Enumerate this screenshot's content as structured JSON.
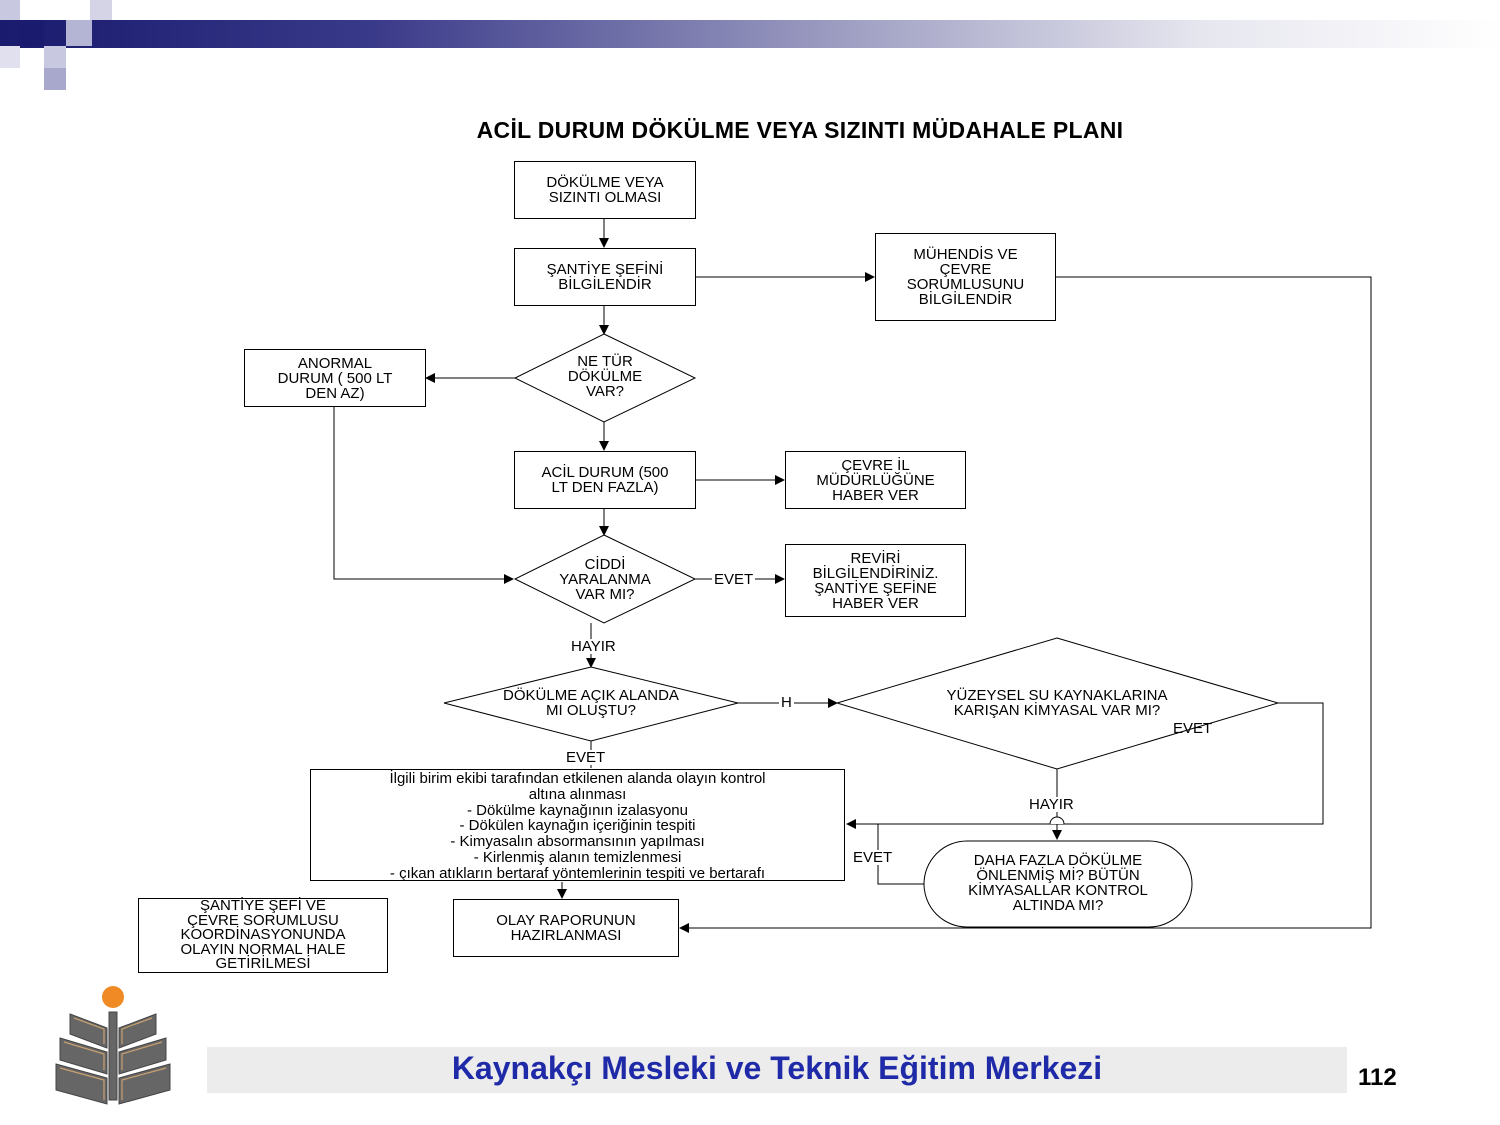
{
  "title": "ACİL DURUM DÖKÜLME VEYA SIZINTI MÜDAHALE PLANI",
  "nodes": {
    "start": "DÖKÜLME VEYA\nSIZINTI OLMASI",
    "site_chief": "ŞANTİYE ŞEFİNİ\nBİLGİLENDİR",
    "engineer": "MÜHENDİS VE\nÇEVRE\nSORUMLUSUNU\nBİLGİLENDİR",
    "spill_type": "NE TÜR\nDÖKÜLME\nVAR?",
    "abnormal": "ANORMAL\nDURUM ( 500 LT\nDEN AZ)",
    "emergency": "ACİL DURUM (500\nLT DEN FAZLA)",
    "directorate": "ÇEVRE İL\nMÜDÜRLÜĞÜNE\nHABER VER",
    "injury": "CİDDİ\nYARALANMA\nVAR MI?",
    "infirmary": "REVİRİ\nBİLGİLENDİRİNİZ.\nŞANTİYE ŞEFİNE\nHABER VER",
    "open_area": "DÖKÜLME AÇIK ALANDA\nMI OLUŞTU?",
    "surface_water": "YÜZEYSEL SU KAYNAKLARINA\nKARIŞAN KİMYASAL VAR MI?",
    "control_list": [
      "İlgili birim ekibi tarafından etkilenen alanda olayın kontrol",
      "altına alınması",
      "- Dökülme kaynağının izalasyonu",
      "- Dökülen kaynağın içeriğinin tespiti",
      "- Kimyasalın absormansının yapılması",
      "- Kirlenmiş alanın temizlenmesi",
      "- çıkan atıkların bertaraf yöntemlerinin tespiti ve bertarafı"
    ],
    "more_spill": "DAHA FAZLA DÖKÜLME\nÖNLENMİŞ Mİ? BÜTÜN\nKİMYASALLAR KONTROL\nALTINDA MI?",
    "normalize": "ŞANTİYE ŞEFİ VE\nÇEVRE SORUMLUSU\nKOORDİNASYONUNDA\nOLAYIN NORMAL HALE\nGETİRİLMESİ",
    "report": "OLAY RAPORUNUN\nHAZIRLANMASI"
  },
  "labels": {
    "evet_injury": "EVET",
    "hayir_injury": "HAYIR",
    "h_open": "H",
    "evet_open": "EVET",
    "evet_surface": "EVET",
    "hayir_surface": "HAYIR",
    "evet_more": "EVET"
  },
  "footer": "Kaynakçı Mesleki ve Teknik Eğitim Merkezi",
  "page_number": "112",
  "colors": {
    "footer_text": "#1f2aa8",
    "logo_orange": "#f08a24",
    "logo_grey": "#666666",
    "header_dark": "#1a1a6e"
  }
}
